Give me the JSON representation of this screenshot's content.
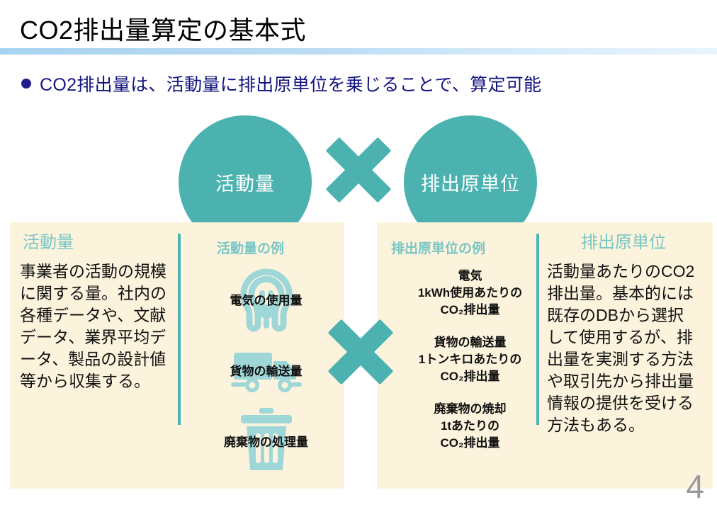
{
  "slide": {
    "title": "CO2排出量算定の基本式",
    "page_number": "4",
    "accent_teal": "#4cb2b0",
    "accent_teal_light": "#79c6c4",
    "panel_bg": "#fcf3dd",
    "bullet_color": "#141480",
    "rule_color": "#a8d3f0"
  },
  "bullet": {
    "text": "CO2排出量は、活動量に排出原単位を乗じることで、算定可能"
  },
  "formula": {
    "left_circle": "活動量",
    "right_circle": "排出原単位",
    "operator": "×"
  },
  "panels": {
    "left": {
      "definition": {
        "heading": "活動量",
        "body": "事業者の活動の規模に関する量。社内の各種データや、文献データ、業界平均データ、製品の設計値等から収集する。"
      },
      "examples": {
        "heading": "活動量の例",
        "items": [
          {
            "label": "電気の使用量",
            "icon": "power-plug-icon"
          },
          {
            "label": "貨物の輸送量",
            "icon": "truck-icon"
          },
          {
            "label": "廃棄物の処理量",
            "icon": "trash-bin-icon"
          }
        ]
      }
    },
    "right": {
      "examples": {
        "heading": "排出原単位の例",
        "items": [
          {
            "line1": "電気",
            "line2": "1kWh使用あたりの",
            "line3": "CO₂排出量"
          },
          {
            "line1": "貨物の輸送量",
            "line2": "1トンキロあたりの",
            "line3": "CO₂排出量"
          },
          {
            "line1": "廃棄物の焼却",
            "line2": "1tあたりの",
            "line3": "CO₂排出量"
          }
        ]
      },
      "definition": {
        "heading": "排出原単位",
        "body": "活動量あたりのCO2排出量。基本的には既存のDBから選択して使用するが、排出量を実測する方法や取引先から排出量情報の提供を受ける方法もある。"
      }
    }
  }
}
